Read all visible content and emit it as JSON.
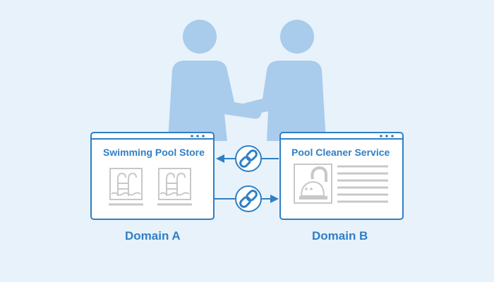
{
  "colors": {
    "background": "#e8f2fb",
    "people": "#a9cbec",
    "accent": "#2f7fc5",
    "window_fill": "#ffffff",
    "gray_graphics": "#c8c8c8"
  },
  "window_a": {
    "title": "Swimming Pool Store",
    "domain_label": "Domain A",
    "icons": [
      "pool-ladder-icon",
      "pool-ladder-icon"
    ]
  },
  "window_b": {
    "title": "Pool Cleaner Service",
    "domain_label": "Domain B",
    "icons": [
      "pool-cleaner-robot-icon"
    ]
  },
  "links": [
    {
      "direction": "B to A",
      "icon": "chain-link-icon"
    },
    {
      "direction": "A to B",
      "icon": "chain-link-icon"
    }
  ]
}
